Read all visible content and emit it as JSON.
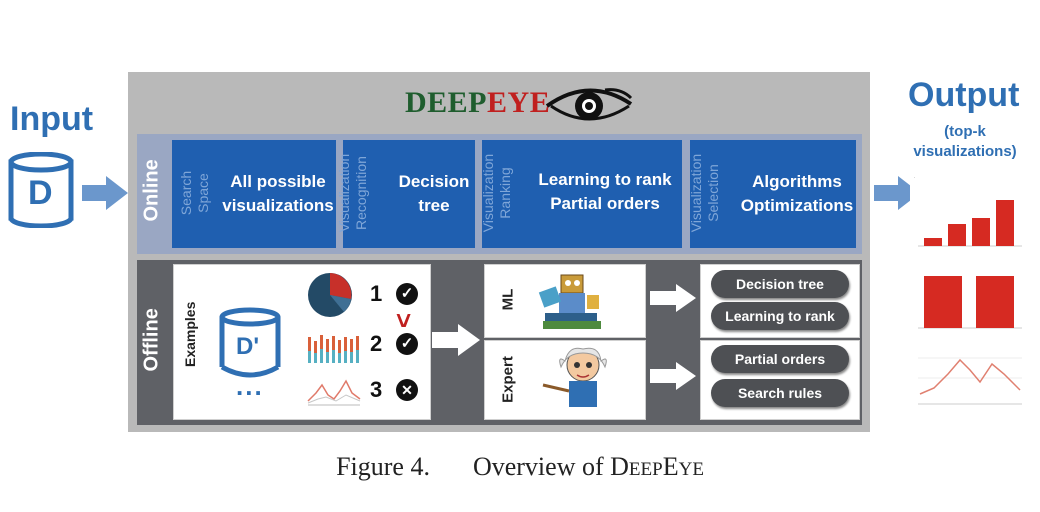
{
  "input": {
    "title": "Input",
    "db_letter": "D"
  },
  "output": {
    "title": "Output",
    "subtitle_line1": "(top-k",
    "subtitle_line2": "visualizations)"
  },
  "logo": {
    "deep": "DEEP",
    "eye": "EYE",
    "deep_color": "#1f5d2e",
    "eye_color": "#c0201f"
  },
  "online": {
    "label": "Online",
    "boxes": [
      {
        "side_title": "Search\nSpace",
        "text_line1": "All possible",
        "text_line2": "visualizations"
      },
      {
        "side_title": "Visualization\nRecognition",
        "text_line1": "Decision",
        "text_line2": "tree"
      },
      {
        "side_title": "Visualization\nRanking",
        "text_line1": "Learning to rank",
        "text_line2": "Partial orders"
      },
      {
        "side_title": "Visualization\nSelection",
        "text_line1": "Algorithms",
        "text_line2": "Optimizations"
      }
    ]
  },
  "offline": {
    "label": "Offline",
    "examples_label": "Examples",
    "db_letter": "D'",
    "ellipsis": "...",
    "ranks": [
      "1",
      "2",
      "3"
    ],
    "greater_symbol": ">",
    "ml_label": "ML",
    "expert_label": "Expert",
    "pills": [
      "Decision tree",
      "Learning to rank",
      "Partial orders",
      "Search rules"
    ]
  },
  "caption": {
    "prefix": "Figure 4.",
    "text": "Overview of ",
    "name_cap1": "D",
    "name_small1": "EEP",
    "name_cap2": "E",
    "name_small2": "YE"
  },
  "colors": {
    "accent_blue": "#1f5fb0",
    "title_blue": "#2f6fb3",
    "gray_frame": "#b9b9b9",
    "dark_strip": "#5f6166",
    "bar_red": "#d62a22"
  }
}
